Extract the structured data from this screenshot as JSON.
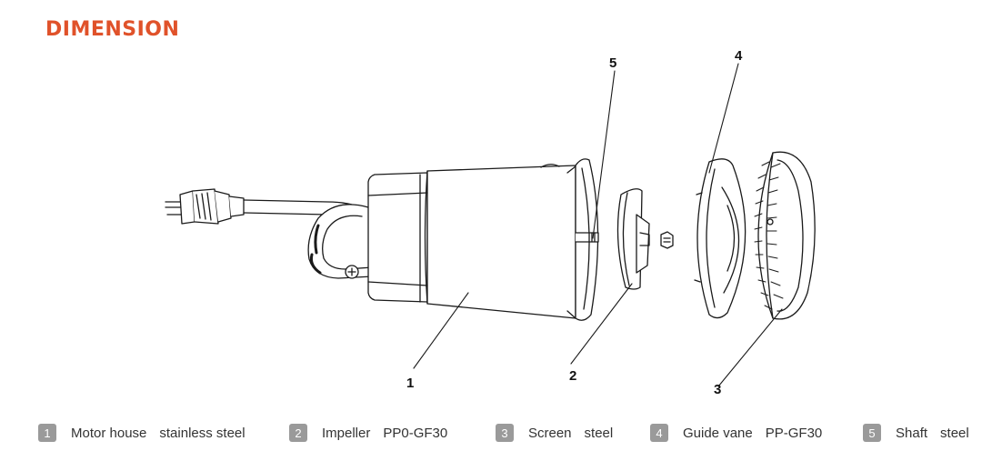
{
  "title": "DIMENSION",
  "callouts": [
    "1",
    "2",
    "3",
    "4",
    "5"
  ],
  "colors": {
    "title": "#e0522a",
    "badge": "#9a9a9a",
    "line": "#1a1a1a"
  },
  "legend": [
    {
      "num": "1",
      "name": "Motor house",
      "material": "stainless steel"
    },
    {
      "num": "2",
      "name": "Impeller",
      "material": "PP0-GF30"
    },
    {
      "num": "3",
      "name": "Screen",
      "material": "steel"
    },
    {
      "num": "4",
      "name": "Guide vane",
      "material": "PP-GF30"
    },
    {
      "num": "5",
      "name": "Shaft",
      "material": "steel"
    }
  ]
}
